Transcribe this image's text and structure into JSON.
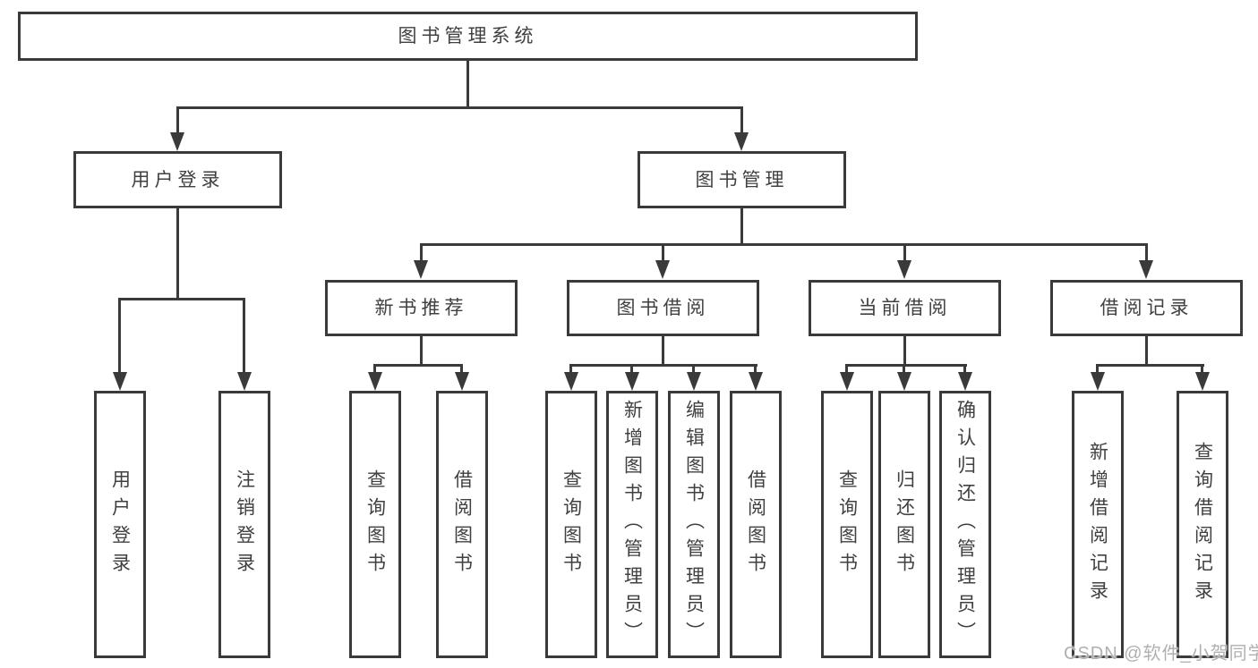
{
  "diagram_title": "图书管理系统",
  "colors": {
    "line": "#3a3a3a",
    "text": "#404040",
    "watermark": "#b0b0b0",
    "background": "#ffffff"
  },
  "nodes": {
    "root": "图书管理系统",
    "level2": {
      "user_login": "用户登录",
      "book_mgmt": "图书管理"
    },
    "level3": {
      "new_book_rec": "新书推荐",
      "book_borrow": "图书借阅",
      "current_borrow": "当前借阅",
      "borrow_record": "借阅记录"
    },
    "leaves": {
      "user_login": "用户登录",
      "logout": "注销登录",
      "rec_query_book": "查询图书",
      "rec_borrow_book": "借阅图书",
      "borrow_query_book": "查询图书",
      "borrow_add_book": "新增图书（管理员）",
      "borrow_edit_book": "编辑图书（管理员）",
      "borrow_borrow_book": "借阅图书",
      "current_query_book": "查询图书",
      "current_return_book": "归还图书",
      "current_confirm_return": "确认归还（管理员）",
      "record_add": "新增借阅记录",
      "record_query": "查询借阅记录"
    }
  },
  "watermark": "CSDN @软件_小贺同学"
}
